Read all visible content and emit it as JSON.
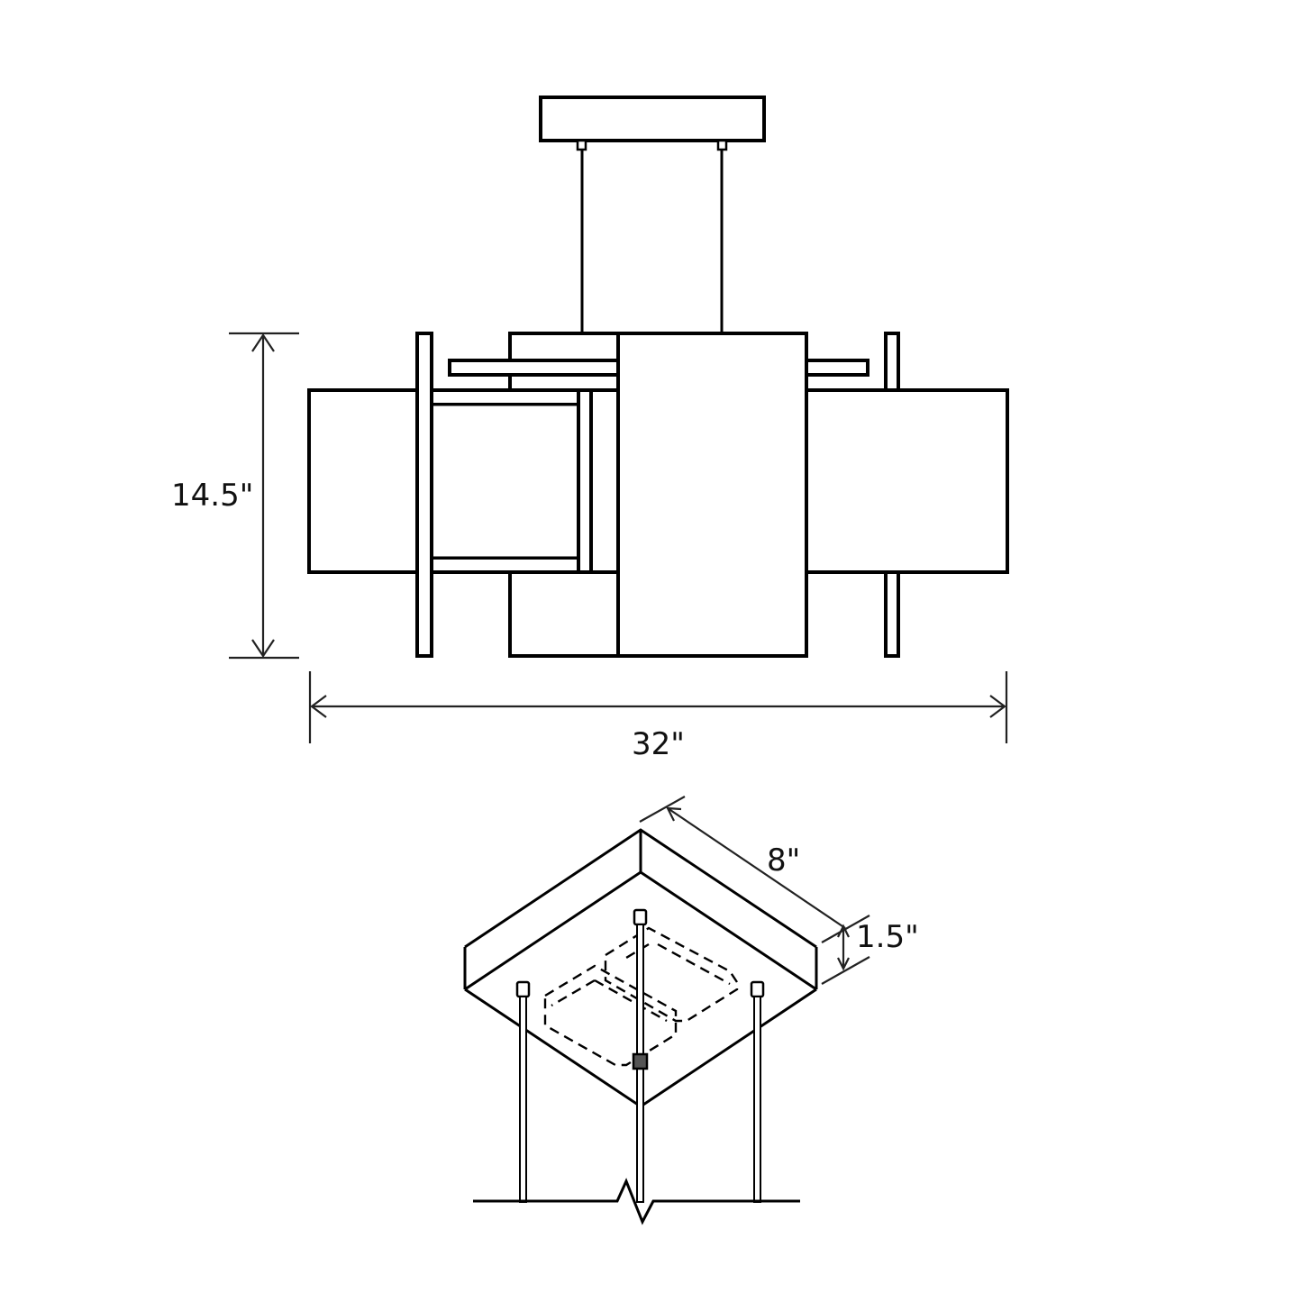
{
  "diagram": {
    "title": "Pendant light dimension drawing",
    "views": [
      {
        "id": "front-elevation",
        "description": "Front elevation of the fixture with canopy and suspension cables"
      },
      {
        "id": "canopy-isometric",
        "description": "Isometric view of the square canopy with four suspension rods"
      }
    ],
    "dimensions": {
      "height": {
        "label": "14.5\"",
        "value": 14.5,
        "unit": "in"
      },
      "width": {
        "label": "32\"",
        "value": 32,
        "unit": "in"
      },
      "canopy_side": {
        "label": "8\"",
        "value": 8,
        "unit": "in"
      },
      "canopy_depth": {
        "label": "1.5\"",
        "value": 1.5,
        "unit": "in"
      }
    },
    "colors": {
      "line": "#000000",
      "background": "#ffffff",
      "dimension_text": "#111111"
    }
  }
}
